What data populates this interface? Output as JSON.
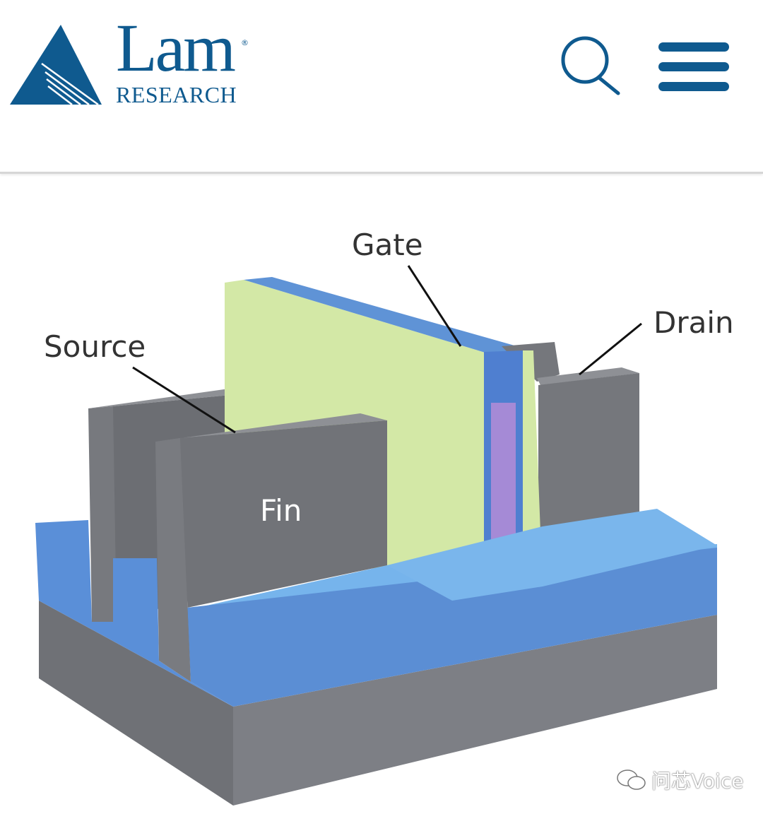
{
  "header": {
    "logo": {
      "name": "Lam",
      "sub": "RESEARCH",
      "registered": "®"
    },
    "search_icon": "search-icon",
    "menu_icon": "hamburger-menu-icon"
  },
  "diagram": {
    "labels": {
      "gate": "Gate",
      "source": "Source",
      "drain": "Drain",
      "fin": "Fin"
    }
  },
  "watermark": {
    "text": "问芯Voice",
    "icon": "wechat-icon"
  },
  "colors": {
    "brand": "#0f5a8f",
    "gray": "#7a7c82",
    "blue": "#5f93d6",
    "green": "#d3e8a6",
    "purple": "#a58ad6"
  }
}
